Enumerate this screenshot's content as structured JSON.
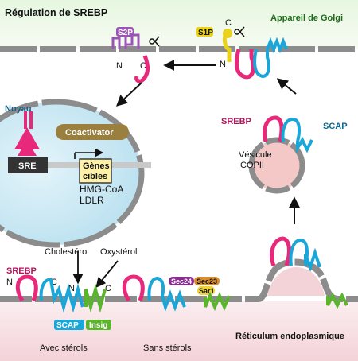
{
  "title": "Régulation de SREBP",
  "golgi_label": "Appareil de Golgi",
  "er_label": "Réticulum endoplasmique",
  "nucleus": {
    "label": "Noyau",
    "coactivator": "Coactivator",
    "sre": "SRE",
    "genes_line1": "Gènes",
    "genes_line2": "cibles",
    "gene1": "HMG-CoA",
    "gene2": "LDLR"
  },
  "proteases": {
    "s2p": "S2P",
    "s1p": "S1P"
  },
  "termini": {
    "n": "N",
    "c": "C"
  },
  "vesicle": {
    "srebp": "SREBP",
    "scap": "SCAP",
    "line1": "Vésicule",
    "line2": "COPII"
  },
  "sterols": {
    "srebp": "SREBP",
    "scap": "SCAP",
    "insig": "Insig",
    "cholesterol": "Cholestérol",
    "oxysterol": "Oxystérol",
    "with": "Avec stérols",
    "without": "Sans stérols"
  },
  "coat": {
    "sec24": "Sec24",
    "sec23": "Sec23",
    "sar1": "Sar1"
  },
  "colors": {
    "srebp": "#e8287a",
    "scap": "#1aa6d8",
    "insig": "#5ab52c",
    "s2p": "#9a55b4",
    "s1p": "#e8d21a",
    "membrane": "#8c8c8c",
    "nucleus": "#cdeaf5",
    "er_lumen": "#f6dde0",
    "vesicle": "#f4c8c6"
  }
}
